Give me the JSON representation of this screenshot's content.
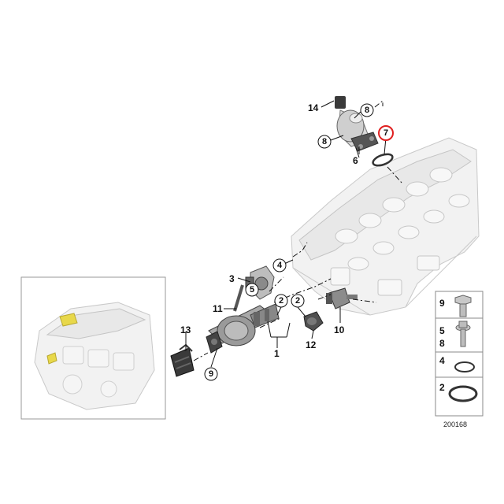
{
  "callouts": {
    "c1": "1",
    "c2a": "2",
    "c2b": "2",
    "c3": "3",
    "c4": "4",
    "c5": "5",
    "c6": "6",
    "c7": "7",
    "c8a": "8",
    "c8b": "8",
    "c9": "9",
    "c10": "10",
    "c11": "11",
    "c12": "12",
    "c13": "13",
    "c14": "14"
  },
  "legend": {
    "bolt_numbers": [
      "9"
    ],
    "screw_numbers": [
      "5",
      "8"
    ],
    "oring_number": "4",
    "ring_number": "2"
  },
  "catalog_number": "200168",
  "colors": {
    "highlight_ring": "#e02020",
    "engine_highlight": "#e8d84a"
  }
}
